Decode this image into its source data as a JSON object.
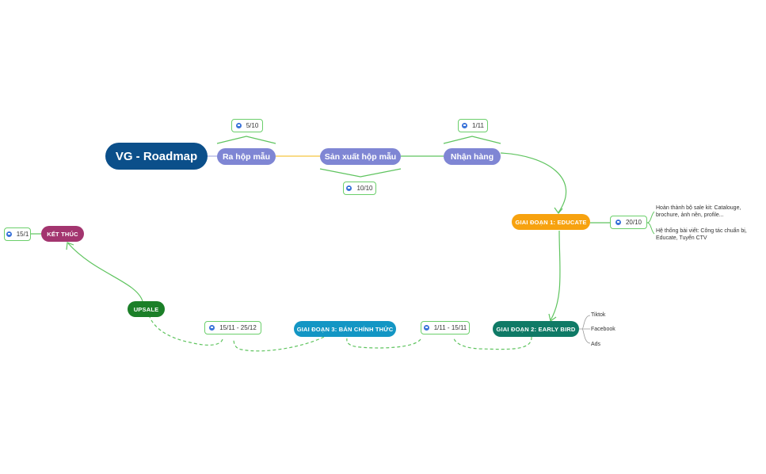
{
  "root": {
    "label": "VG - Roadmap"
  },
  "topics": {
    "ra_hop_mau": "Ra hộp mẫu",
    "san_xuat": "Sản xuất hộp mẫu",
    "nhan_hang": "Nhận hàng"
  },
  "stages": {
    "educate": "GIAI ĐOẠN 1: EDUCATE",
    "early_bird": "GIAI ĐOẠN 2: EARLY BIRD",
    "ban_chinh_thuc": "GIAI ĐOẠN 3: BÁN CHÍNH THỨC",
    "upsale": "UPSALE",
    "ket_thuc": "KẾT THÚC"
  },
  "dates": {
    "ra_hop_mau": "5/10",
    "san_xuat": "10/10",
    "nhan_hang": "1/11",
    "educate": "20/10",
    "early_bird": "1/11 - 15/11",
    "ban_chinh_thuc": "15/11 - 25/12",
    "ket_thuc": "15/1"
  },
  "educate_tasks": [
    {
      "line1": "Hoàn thành bộ sale kit: Catalouge,",
      "line2": "brochure, ảnh nền, profile..."
    },
    {
      "line1": "Hệ thống bài viết: Công tác chuẩn bị,",
      "line2": "Educate, Tuyển CTV"
    }
  ],
  "channels": [
    "Tiktok",
    "Facebook",
    "Ads"
  ],
  "colors": {
    "root": "#0b4f8a",
    "topic": "#7f86d4",
    "educate": "#f7a20f",
    "early_bird": "#0f7a66",
    "ban_chinh_thuc": "#1396c4",
    "upsale": "#1b7f28",
    "ket_thuc": "#a3356f",
    "connector": "#5fc45f",
    "main_line": "#f5c542"
  }
}
